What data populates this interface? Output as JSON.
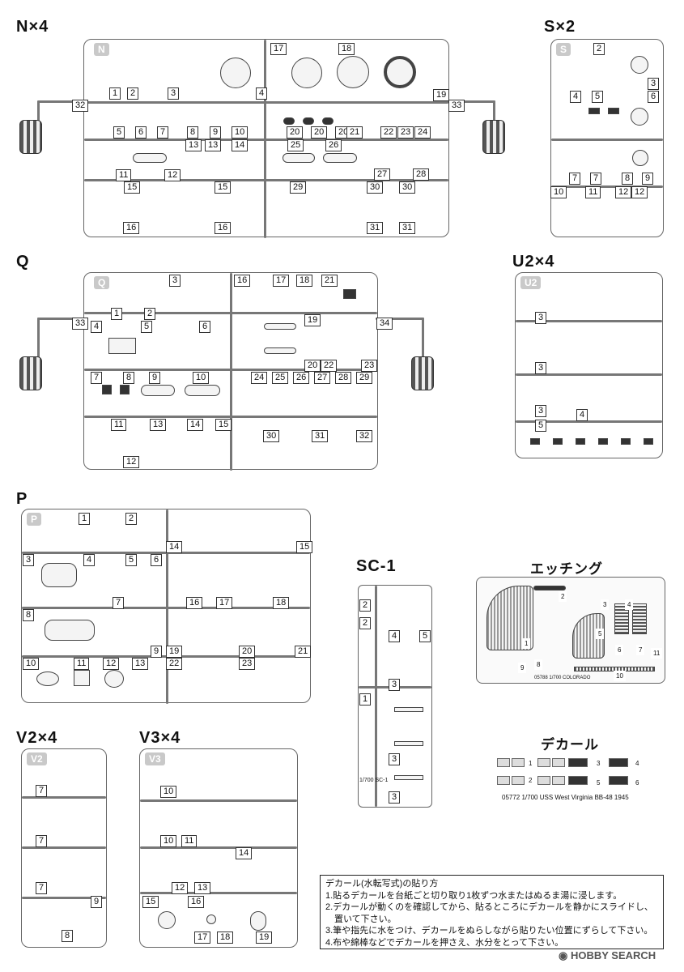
{
  "sprues": {
    "n": {
      "title": "N×4",
      "letter": "N",
      "parts": [
        "1",
        "2",
        "3",
        "4",
        "5",
        "6",
        "7",
        "8",
        "9",
        "10",
        "11",
        "12",
        "13",
        "13",
        "14",
        "15",
        "15",
        "16",
        "16",
        "17",
        "18",
        "19",
        "20",
        "20",
        "20",
        "21",
        "22",
        "23",
        "24",
        "25",
        "26",
        "27",
        "28",
        "29",
        "30",
        "30",
        "31",
        "31",
        "32",
        "33"
      ]
    },
    "s": {
      "title": "S×2",
      "letter": "S",
      "parts": [
        "2",
        "3",
        "4",
        "5",
        "6",
        "7",
        "7",
        "8",
        "9",
        "10",
        "11",
        "12",
        "12"
      ]
    },
    "q": {
      "title": "Q",
      "letter": "Q",
      "parts": [
        "1",
        "2",
        "3",
        "4",
        "5",
        "6",
        "7",
        "8",
        "9",
        "10",
        "11",
        "12",
        "13",
        "14",
        "15",
        "16",
        "17",
        "18",
        "19",
        "20",
        "21",
        "22",
        "23",
        "24",
        "25",
        "26",
        "27",
        "28",
        "29",
        "30",
        "31",
        "32",
        "33",
        "34"
      ]
    },
    "u2": {
      "title": "U2×4",
      "letter": "U2",
      "parts": [
        "3",
        "3",
        "3",
        "4",
        "5"
      ]
    },
    "p": {
      "title": "P",
      "letter": "P",
      "parts": [
        "1",
        "2",
        "3",
        "4",
        "5",
        "6",
        "7",
        "8",
        "9",
        "10",
        "11",
        "12",
        "13",
        "14",
        "15",
        "16",
        "17",
        "18",
        "19",
        "20",
        "21",
        "22",
        "23"
      ]
    },
    "sc1": {
      "title": "SC-1",
      "parts": [
        "2",
        "2",
        "4",
        "5",
        "3",
        "1",
        "3",
        "3"
      ],
      "code": "1/700 SC-1"
    },
    "v2": {
      "title": "V2×4",
      "letter": "V2",
      "parts": [
        "7",
        "7",
        "7",
        "9",
        "8"
      ]
    },
    "v3": {
      "title": "V3×4",
      "letter": "V3",
      "parts": [
        "10",
        "10",
        "11",
        "14",
        "12",
        "13",
        "15",
        "16",
        "17",
        "18",
        "19"
      ]
    }
  },
  "etching": {
    "title": "エッチング",
    "code": "05788 1/700 COLORADO",
    "parts": [
      "1",
      "2",
      "3",
      "4",
      "5",
      "6",
      "7",
      "8",
      "9",
      "10",
      "11"
    ]
  },
  "decal": {
    "title": "デカール",
    "labels": [
      "1",
      "2",
      "3",
      "4",
      "5",
      "6"
    ],
    "caption": "05772 1/700 USS West Virginia BB-48 1945"
  },
  "instructions": {
    "title": "デカール(水転写式)の貼り方",
    "steps": [
      "1.貼るデカールを台紙ごと切り取り1枚ずつ水またはぬるま湯に浸します。",
      "2.デカールが動くのを確認してから、貼るところにデカールを静かにスライドし、",
      "　置いて下さい。",
      "3.筆や指先に水をつけ、デカールをぬらしながら貼りたい位置にずらして下さい。",
      "4.布や綿棒などでデカールを押さえ、水分をとって下さい。"
    ]
  },
  "watermark": "HOBBY SEARCH"
}
